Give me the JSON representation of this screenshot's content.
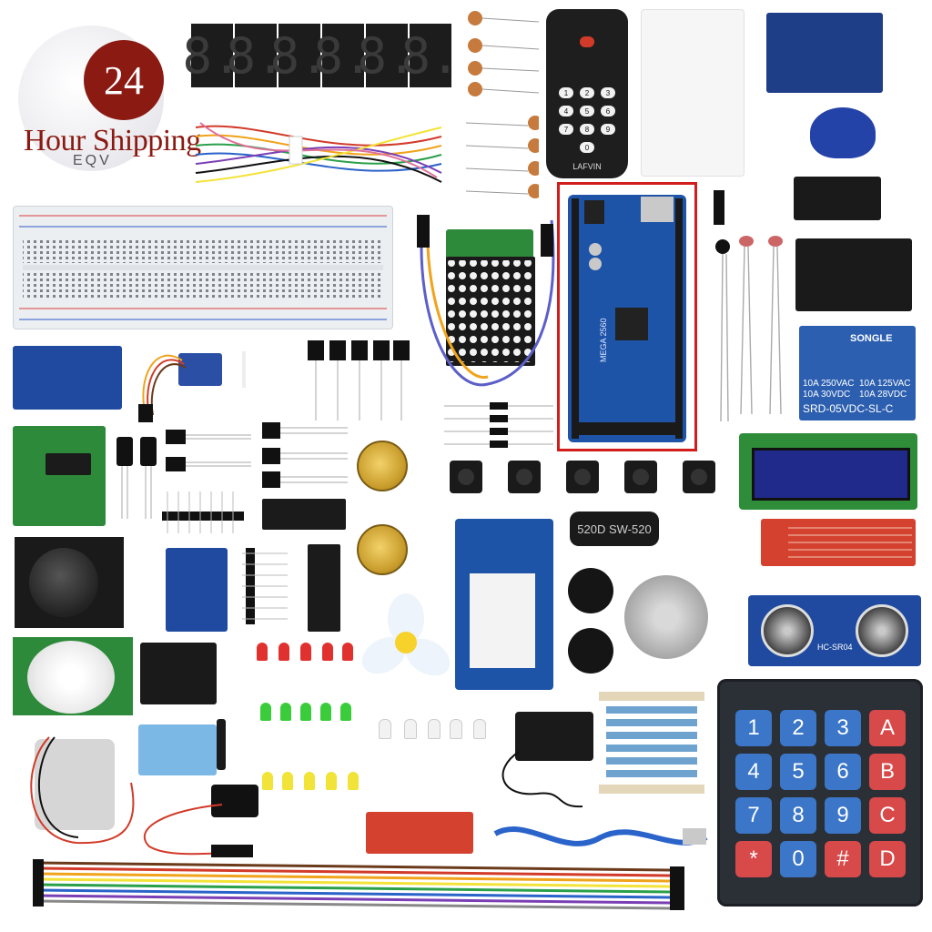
{
  "badge": {
    "number": "24",
    "text": "Hour Shipping",
    "brand": "EQV"
  },
  "seven_segment": {
    "digits": [
      "8.",
      "8.",
      "8.",
      "8.",
      "8.",
      "8."
    ]
  },
  "remote": {
    "brand": "LAFVIN",
    "buttons": [
      "1",
      "2",
      "3",
      "4",
      "5",
      "6",
      "7",
      "8",
      "9",
      "0"
    ]
  },
  "arduino": {
    "label": "MEGA 2560"
  },
  "relay": {
    "brand": "SONGLE",
    "rating_left_1": "10A 250VAC",
    "rating_left_2": "10A 30VDC",
    "rating_right_1": "10A 125VAC",
    "rating_right_2": "10A 28VDC",
    "model": "SRD-05VDC-SL-C"
  },
  "tilt_sensor": {
    "label": "520D SW-520"
  },
  "ultrasonic": {
    "label": "HC-SR04"
  },
  "keypad": {
    "keys": [
      "1",
      "2",
      "3",
      "A",
      "4",
      "5",
      "6",
      "B",
      "7",
      "8",
      "9",
      "C",
      "*",
      "0",
      "#",
      "D"
    ],
    "alpha_keys": [
      "A",
      "B",
      "C",
      "D"
    ]
  },
  "colors": {
    "badge_red": "#8b1a12",
    "highlight_red": "#d21d1d",
    "keypad_blue": "#3b76c8",
    "keypad_red": "#d8494a",
    "pcb_blue": "#1e54a8",
    "pcb_green": "#2d8a3a"
  },
  "icons": {
    "arduino-board": "arduino-mega-board-icon",
    "breadboard": "breadboard-icon",
    "keypad": "membrane-keypad-icon",
    "lcd": "lcd1602-icon",
    "rfid": "rfid-reader-icon",
    "remote": "ir-remote-icon",
    "fan": "fan-blade-icon",
    "stepper": "stepper-motor-icon",
    "servo": "servo-icon"
  }
}
